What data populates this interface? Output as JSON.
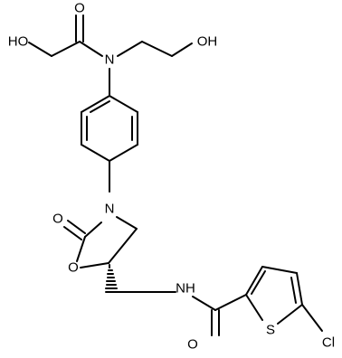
{
  "molecule": {
    "atoms": {
      "o_top": "O",
      "ho_left": "HO",
      "n_top": "N",
      "oh_right": "OH",
      "o_carbonyl": "O",
      "n_ring": "N",
      "o_ring": "O",
      "nh_amide": "NH",
      "o_amide": "O",
      "s_thiophene": "S",
      "cl": "Cl"
    },
    "colors": {
      "bond": "#000000",
      "label": "#000000",
      "background": "#ffffff"
    }
  }
}
